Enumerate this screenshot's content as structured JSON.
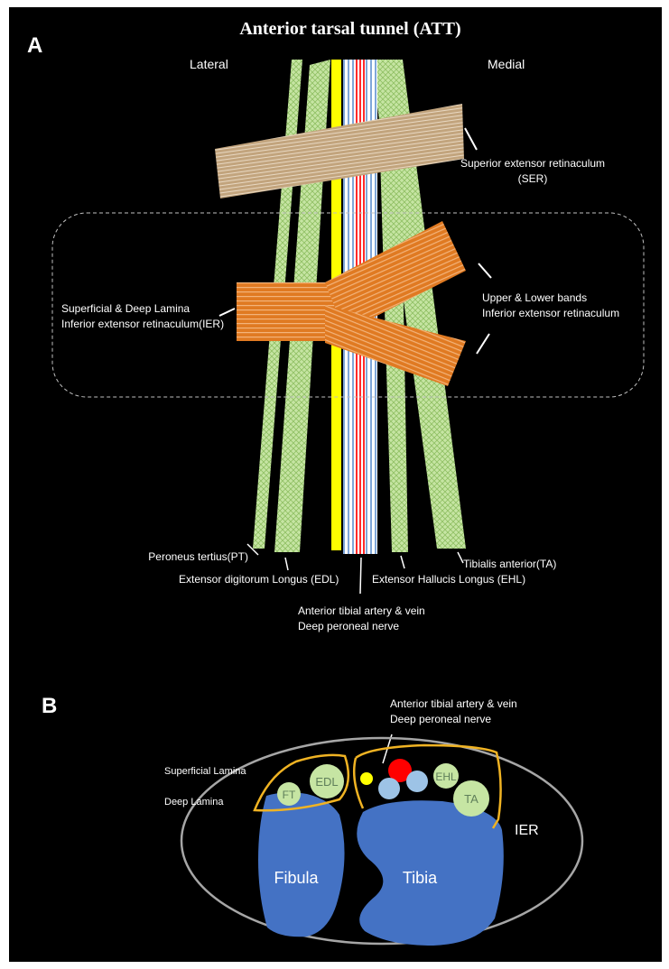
{
  "panel_a": {
    "letter": "A",
    "title": "Anterior tarsal tunnel (ATT)",
    "side_lateral": "Lateral",
    "side_medial": "Medial",
    "ser_line1": "Superior extensor retinaculum",
    "ser_line2": "(SER)",
    "ier_bands_line1": "Upper & Lower bands",
    "ier_bands_line2": "Inferior extensor retinaculum",
    "ier_lamina_line1": "Superficial & Deep Lamina",
    "ier_lamina_line2": "Inferior extensor retinaculum(IER)",
    "pt_label": "Peroneus tertius(PT)",
    "edl_label": "Extensor digitorum Longus  (EDL)",
    "ehl_label": "Extensor Hallucis Longus (EHL)",
    "ta_label": "Tibialis anterior(TA)",
    "nv_line1": "Anterior tibial artery & vein",
    "nv_line2": "Deep peroneal nerve"
  },
  "panel_b": {
    "letter": "B",
    "nv_line1": "Anterior tibial artery & vein",
    "nv_line2": "Deep peroneal nerve",
    "superficial_lamina": "Superficial Lamina",
    "deep_lamina": "Deep Lamina",
    "ft": "FT",
    "edl": "EDL",
    "ehl": "EHL",
    "ta": "TA",
    "ier": "IER",
    "fibula": "Fibula",
    "tibia": "Tibia"
  },
  "colors": {
    "background": "#000000",
    "tendon_fill": "#c6e5a3",
    "yellow_band": "#ffff00",
    "artery": "#ff0000",
    "vein": "#9dc3e6",
    "ser_fill": "#c2a47d",
    "ier_fill": "#e07a22",
    "bone": "#4472c4",
    "compartment_line": "#f0b323",
    "ellipse_line": "#a6a6a6"
  }
}
